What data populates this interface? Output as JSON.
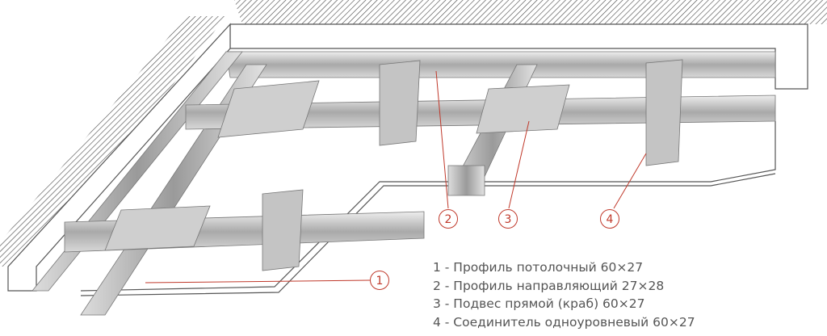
{
  "callouts": [
    "1",
    "2",
    "3",
    "4"
  ],
  "legend": [
    "1 - Профиль потолочный 60×27",
    "2 - Профиль направляющий 27×28",
    "3 - Подвес прямой (краб) 60×27",
    "4 - Соединитель одноуровневый 60×27"
  ],
  "colors": {
    "callout": "#c0392b",
    "metal": "#b5b5b5",
    "text": "#555555"
  }
}
